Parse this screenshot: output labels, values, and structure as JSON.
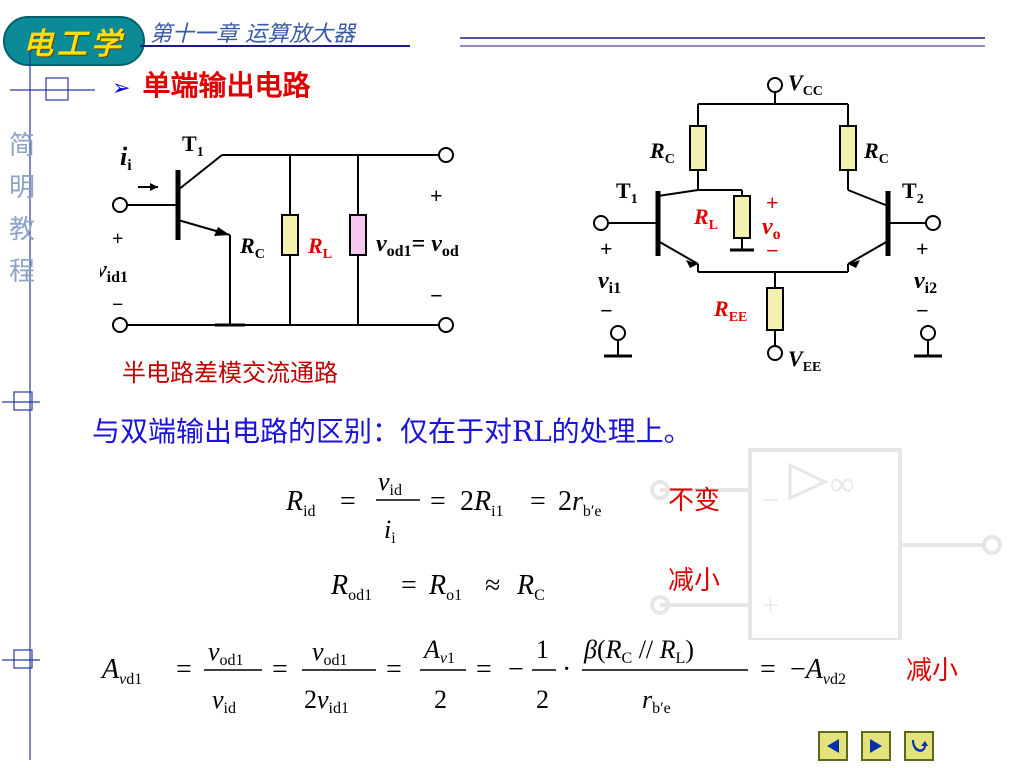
{
  "header": {
    "logo_text": "电工学",
    "chapter_title": "第十一章  运算放大器"
  },
  "sidebar": {
    "chars": [
      "简",
      "明",
      "教",
      "程"
    ]
  },
  "section": {
    "heading": "单端输出电路"
  },
  "left_circuit": {
    "caption": "半电路差模交流通路",
    "input_current_label": "ii",
    "transistor_label": "T1",
    "rc_label": "RC",
    "rl_label": "RL",
    "output_label": "vod1= vod",
    "input_voltage_label": "vid1"
  },
  "right_circuit": {
    "vcc": "VCC",
    "vee": "VEE",
    "ree": "REE",
    "rc": "RC",
    "rl": "RL",
    "vo": "vo",
    "t1": "T1",
    "t2": "T2",
    "vi1": "vi1",
    "vi2": "vi2"
  },
  "difference_text": "与双端输出电路的区别：仅在于对RL的处理上。",
  "formulas": {
    "rid": "Rid = vid / ii = 2Ri1 = 2rb'e",
    "rod": "Rod1 = Ro1 ≈ RC",
    "avd": "Avd1 = vod1/vid = vod1/(2vid1) = Av1/2 = −(1/2)·β(RC // RL)/rb'e = −Avd2"
  },
  "notes": {
    "rid_note": "不变",
    "rod_note": "减小",
    "avd_note": "减小"
  },
  "colors": {
    "blue_text": "#1a12d8",
    "red_text": "#e00000",
    "logo_bg": "#0b8a98",
    "rc_resistor": "#f4f0b0",
    "rl_resistor": "#f4c8f0"
  }
}
